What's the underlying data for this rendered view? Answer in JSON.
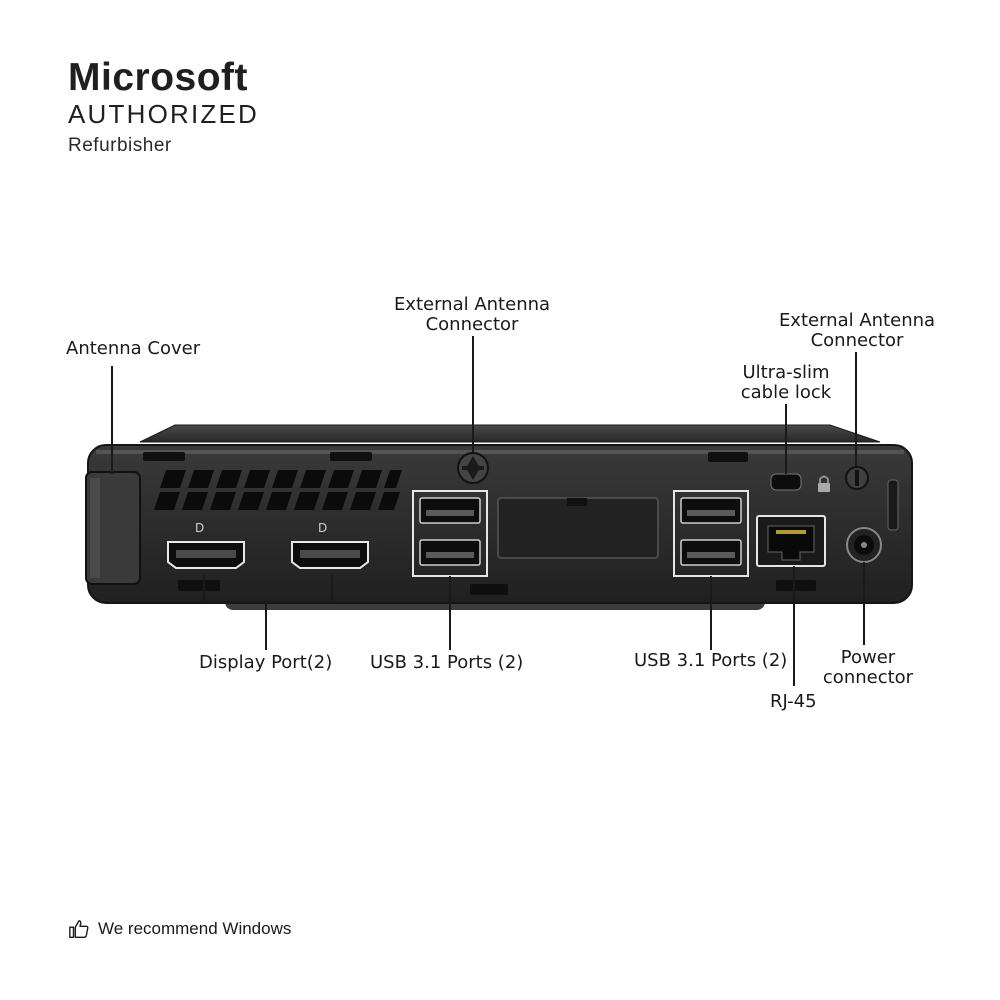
{
  "brand": {
    "name": "Microsoft",
    "line2": "AUTHORIZED",
    "line3": "Refurbisher"
  },
  "labels": {
    "antenna_cover": "Antenna Cover",
    "ext_antenna_1_line1": "External Antenna",
    "ext_antenna_1_line2": "Connector",
    "ext_antenna_2_line1": "External Antenna",
    "ext_antenna_2_line2": "Connector",
    "cable_lock_line1": "Ultra-slim",
    "cable_lock_line2": "cable lock",
    "display_port": "Display Port(2)",
    "usb_left": "USB 3.1 Ports (2)",
    "usb_right": "USB 3.1 Ports (2)",
    "power_line1": "Power",
    "power_line2": "connector",
    "rj45": "RJ-45"
  },
  "footer": {
    "icon": "thumbs-up-icon",
    "text": "We recommend Windows"
  },
  "colors": {
    "chassis": "#2b2b2b",
    "chassis_top": "#3a3a3a",
    "port_dark": "#111111",
    "callout_line": "#1a1a1a",
    "port_highlight_box": "#e6e6e6"
  }
}
